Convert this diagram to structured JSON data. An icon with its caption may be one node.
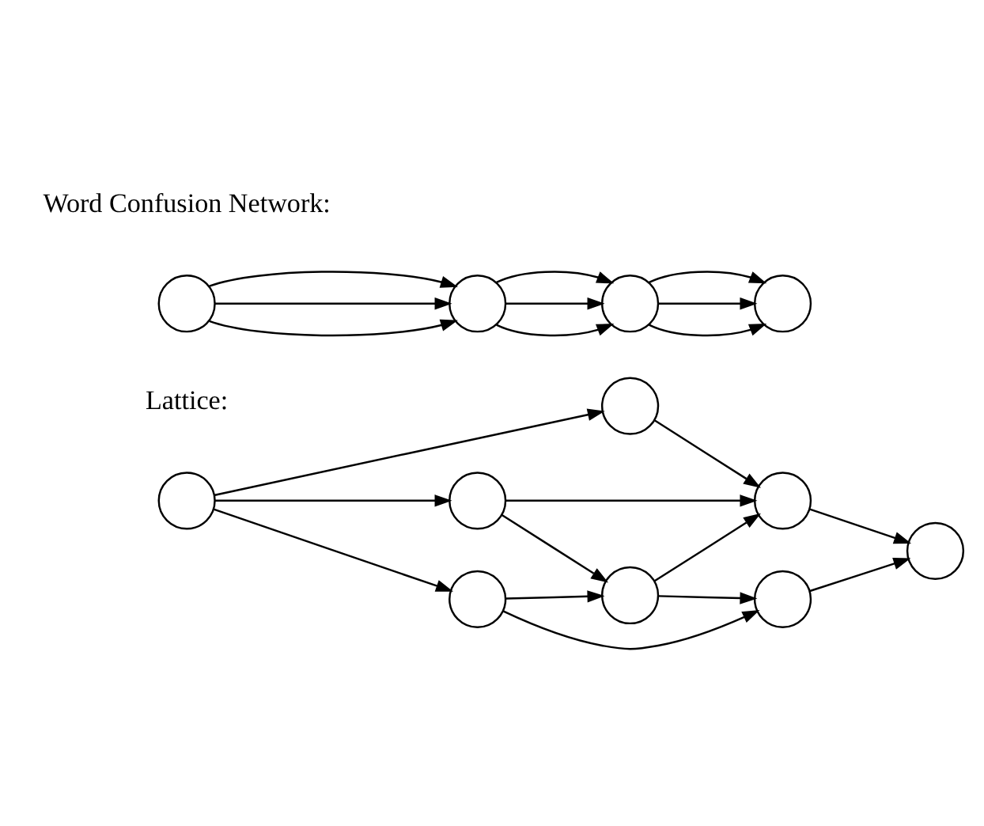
{
  "diagram": {
    "nodes": [
      {
        "text": [],
        "shape": "circle"
      },
      {
        "text": [],
        "shape": "circle"
      },
      {
        "text": [],
        "shape": "circle"
      },
      {
        "text": [],
        "shape": "circle"
      },
      {
        "text": [],
        "shape": "circle"
      },
      {
        "text": [],
        "shape": "circle"
      },
      {
        "text": [],
        "shape": "circle"
      },
      {
        "text": [],
        "shape": "circle"
      },
      {
        "text": [],
        "shape": "circle"
      },
      {
        "text": [],
        "shape": "circle"
      },
      {
        "text": [],
        "shape": "circle"
      },
      {
        "text": [],
        "shape": "circle"
      }
    ],
    "edges": [
      {
        "from": 0,
        "to": 1,
        "arrow": "to"
      },
      {
        "from": 0,
        "to": 2,
        "arrow": "to"
      },
      {
        "from": 0,
        "to": 3,
        "arrow": "to"
      },
      {
        "from": 1,
        "to": 5,
        "arrow": "to"
      },
      {
        "from": 2,
        "to": 5,
        "arrow": "to"
      },
      {
        "from": 2,
        "to": 4,
        "arrow": "to"
      },
      {
        "from": 3,
        "to": 4,
        "arrow": "to"
      },
      {
        "from": 3,
        "to": 6,
        "arrow": "to"
      },
      {
        "from": 4,
        "to": 5,
        "arrow": "to"
      },
      {
        "from": 4,
        "to": 6,
        "arrow": "to"
      },
      {
        "from": 5,
        "to": 7,
        "arrow": "to"
      },
      {
        "from": 6,
        "to": 7,
        "arrow": "to"
      },
      {
        "from": 8,
        "to": 9,
        "arrow": "to"
      },
      {
        "from": 8,
        "to": 9,
        "arrow": "to"
      },
      {
        "from": 8,
        "to": 9,
        "arrow": "to"
      },
      {
        "from": 9,
        "to": 10,
        "arrow": "to"
      },
      {
        "from": 9,
        "to": 10,
        "arrow": "to"
      },
      {
        "from": 9,
        "to": 10,
        "arrow": "to"
      },
      {
        "from": 10,
        "to": 11,
        "arrow": "to"
      },
      {
        "from": 10,
        "to": 11,
        "arrow": "to"
      },
      {
        "from": 10,
        "to": 11,
        "arrow": "to"
      }
    ],
    "labels": [
      "Lattice:",
      "Word Confusion Network:"
    ]
  }
}
